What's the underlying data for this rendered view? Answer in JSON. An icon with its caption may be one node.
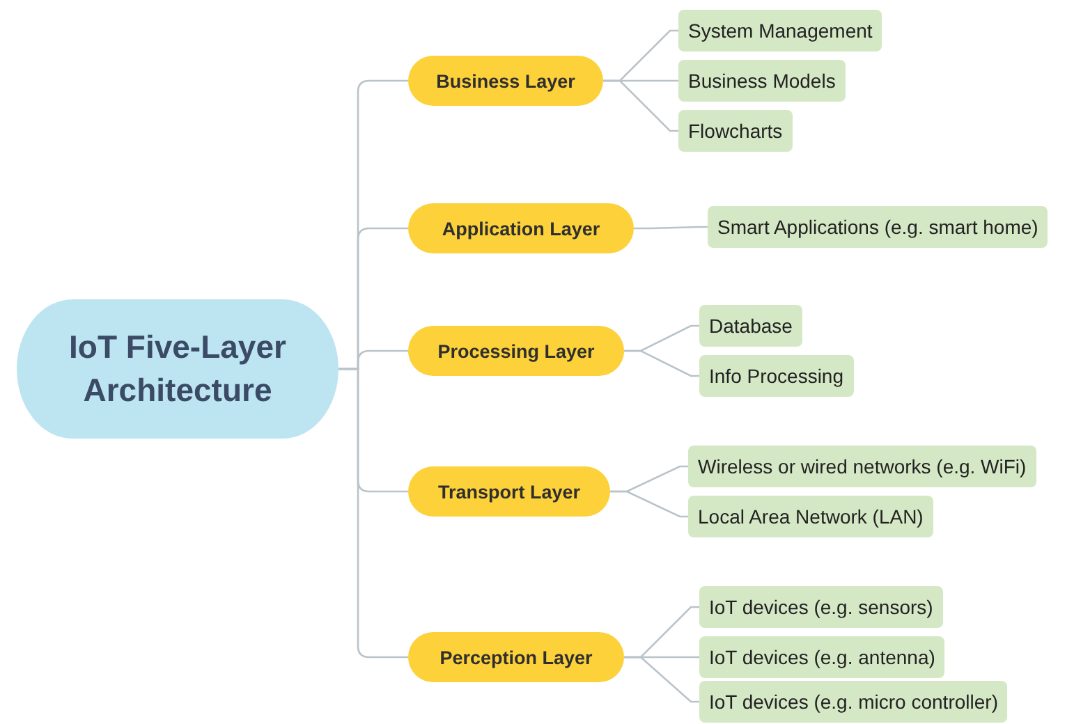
{
  "diagram": {
    "nodes": [
      {
        "text": [
          "IoT Five-Layer Architecture"
        ]
      },
      {
        "text": [
          "Business Layer"
        ]
      },
      {
        "text": [
          "System Management"
        ]
      },
      {
        "text": [
          "Business Models"
        ]
      },
      {
        "text": [
          "Flowcharts"
        ]
      },
      {
        "text": [
          "Application Layer"
        ]
      },
      {
        "text": [
          "Smart Applications (e.g. smart home)"
        ]
      },
      {
        "text": [
          "Processing Layer"
        ]
      },
      {
        "text": [
          "Database"
        ]
      },
      {
        "text": [
          "Info Processing"
        ]
      },
      {
        "text": [
          "Transport Layer"
        ]
      },
      {
        "text": [
          "Wireless or wired networks (e.g. WiFi)"
        ]
      },
      {
        "text": [
          "Local Area Network (LAN)"
        ]
      },
      {
        "text": [
          "Perception Layer"
        ]
      },
      {
        "text": [
          "IoT devices (e.g. sensors)"
        ]
      },
      {
        "text": [
          "IoT devices (e.g. antenna)"
        ]
      },
      {
        "text": [
          "IoT devices (e.g. micro controller)"
        ]
      }
    ],
    "edges": [
      {
        "from": 0,
        "to": 1,
        "arrow": "none"
      },
      {
        "from": 0,
        "to": 5,
        "arrow": "none"
      },
      {
        "from": 0,
        "to": 7,
        "arrow": "none"
      },
      {
        "from": 0,
        "to": 10,
        "arrow": "none"
      },
      {
        "from": 0,
        "to": 13,
        "arrow": "none"
      },
      {
        "from": 1,
        "to": 2,
        "arrow": "none"
      },
      {
        "from": 1,
        "to": 3,
        "arrow": "none"
      },
      {
        "from": 1,
        "to": 4,
        "arrow": "none"
      },
      {
        "from": 5,
        "to": 6,
        "arrow": "none"
      },
      {
        "from": 7,
        "to": 8,
        "arrow": "none"
      },
      {
        "from": 7,
        "to": 9,
        "arrow": "none"
      },
      {
        "from": 10,
        "to": 11,
        "arrow": "none"
      },
      {
        "from": 10,
        "to": 12,
        "arrow": "none"
      },
      {
        "from": 13,
        "to": 14,
        "arrow": "none"
      },
      {
        "from": 13,
        "to": 15,
        "arrow": "none"
      },
      {
        "from": 13,
        "to": 16,
        "arrow": "none"
      }
    ]
  }
}
